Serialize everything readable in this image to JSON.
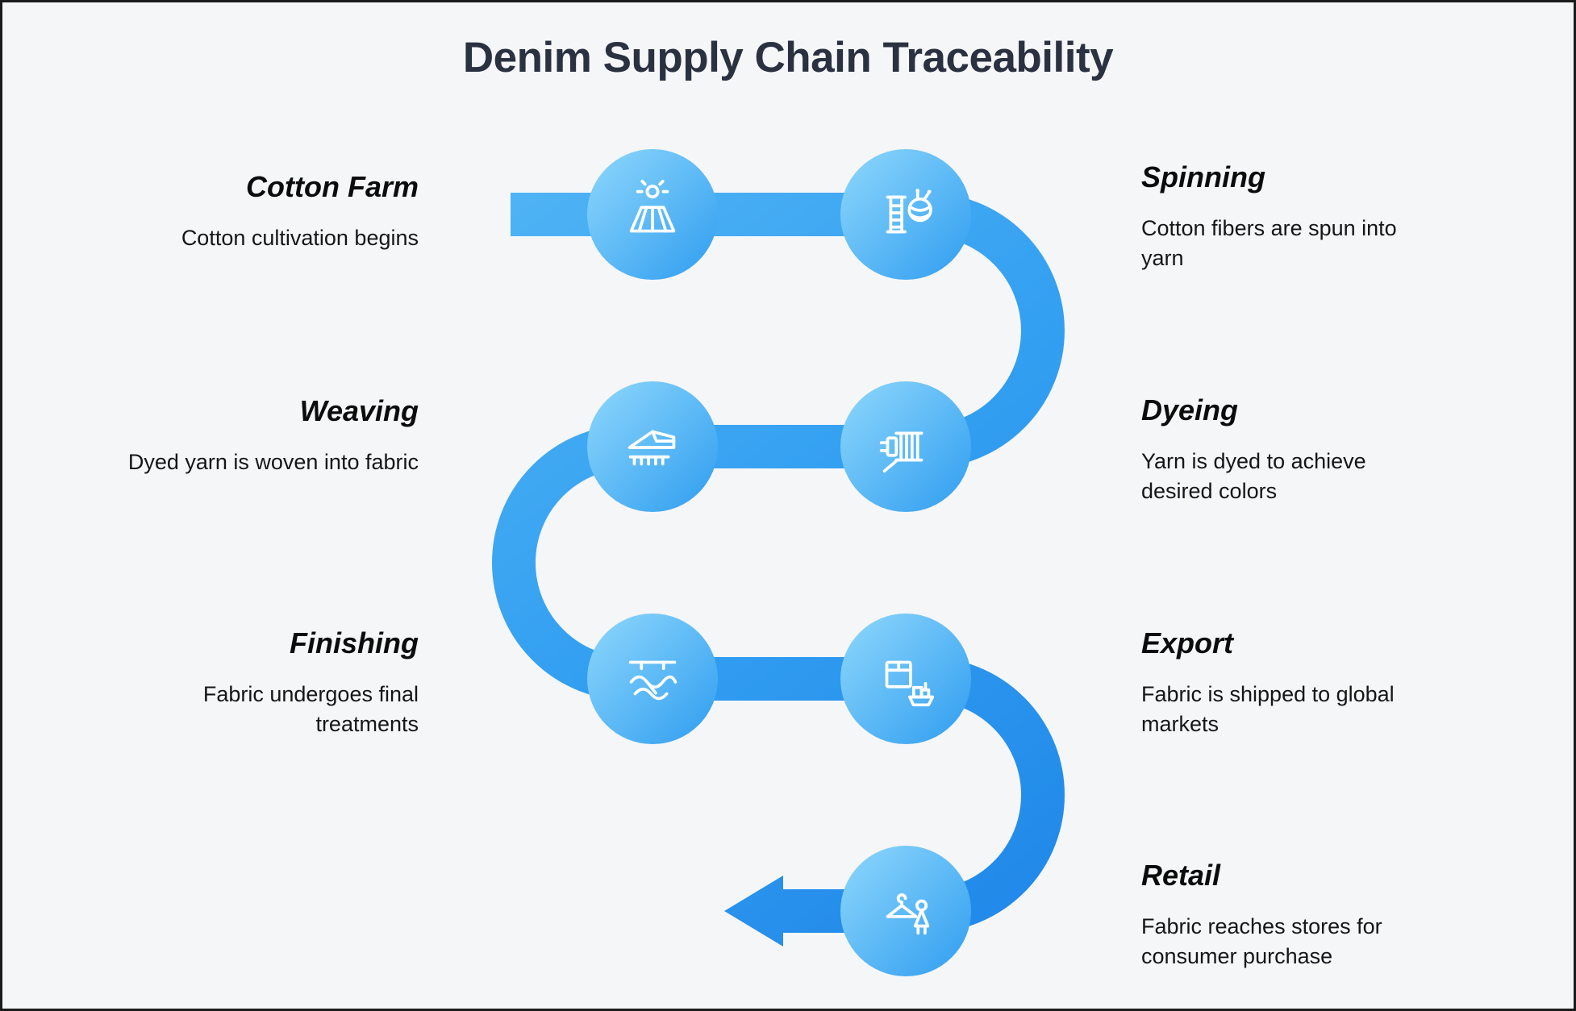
{
  "title": "Denim Supply Chain Traceability",
  "colors": {
    "background": "#f5f6f8",
    "band_light": "#54b7f5",
    "band_dark": "#1e86e8",
    "circle_light": "#8fd8fc",
    "circle_dark": "#2f9df0",
    "icon_stroke": "#ffffff",
    "title_text": "#2a3140",
    "stage_text": "#0c0c0c"
  },
  "stages": [
    {
      "name": "Cotton Farm",
      "description": "Cotton cultivation begins",
      "side": "left",
      "icon": "cotton-farm-icon"
    },
    {
      "name": "Spinning",
      "description": "Cotton fibers are spun into yarn",
      "side": "right",
      "icon": "spinning-icon"
    },
    {
      "name": "Dyeing",
      "description": "Yarn is dyed to achieve desired colors",
      "side": "right",
      "icon": "dyeing-icon"
    },
    {
      "name": "Weaving",
      "description": "Dyed yarn is woven into fabric",
      "side": "left",
      "icon": "weaving-icon"
    },
    {
      "name": "Finishing",
      "description": "Fabric undergoes final treatments",
      "side": "left",
      "icon": "finishing-icon"
    },
    {
      "name": "Export",
      "description": "Fabric is shipped to global markets",
      "side": "right",
      "icon": "export-icon"
    },
    {
      "name": "Retail",
      "description": "Fabric reaches stores for consumer purchase",
      "side": "right",
      "icon": "retail-icon"
    }
  ]
}
